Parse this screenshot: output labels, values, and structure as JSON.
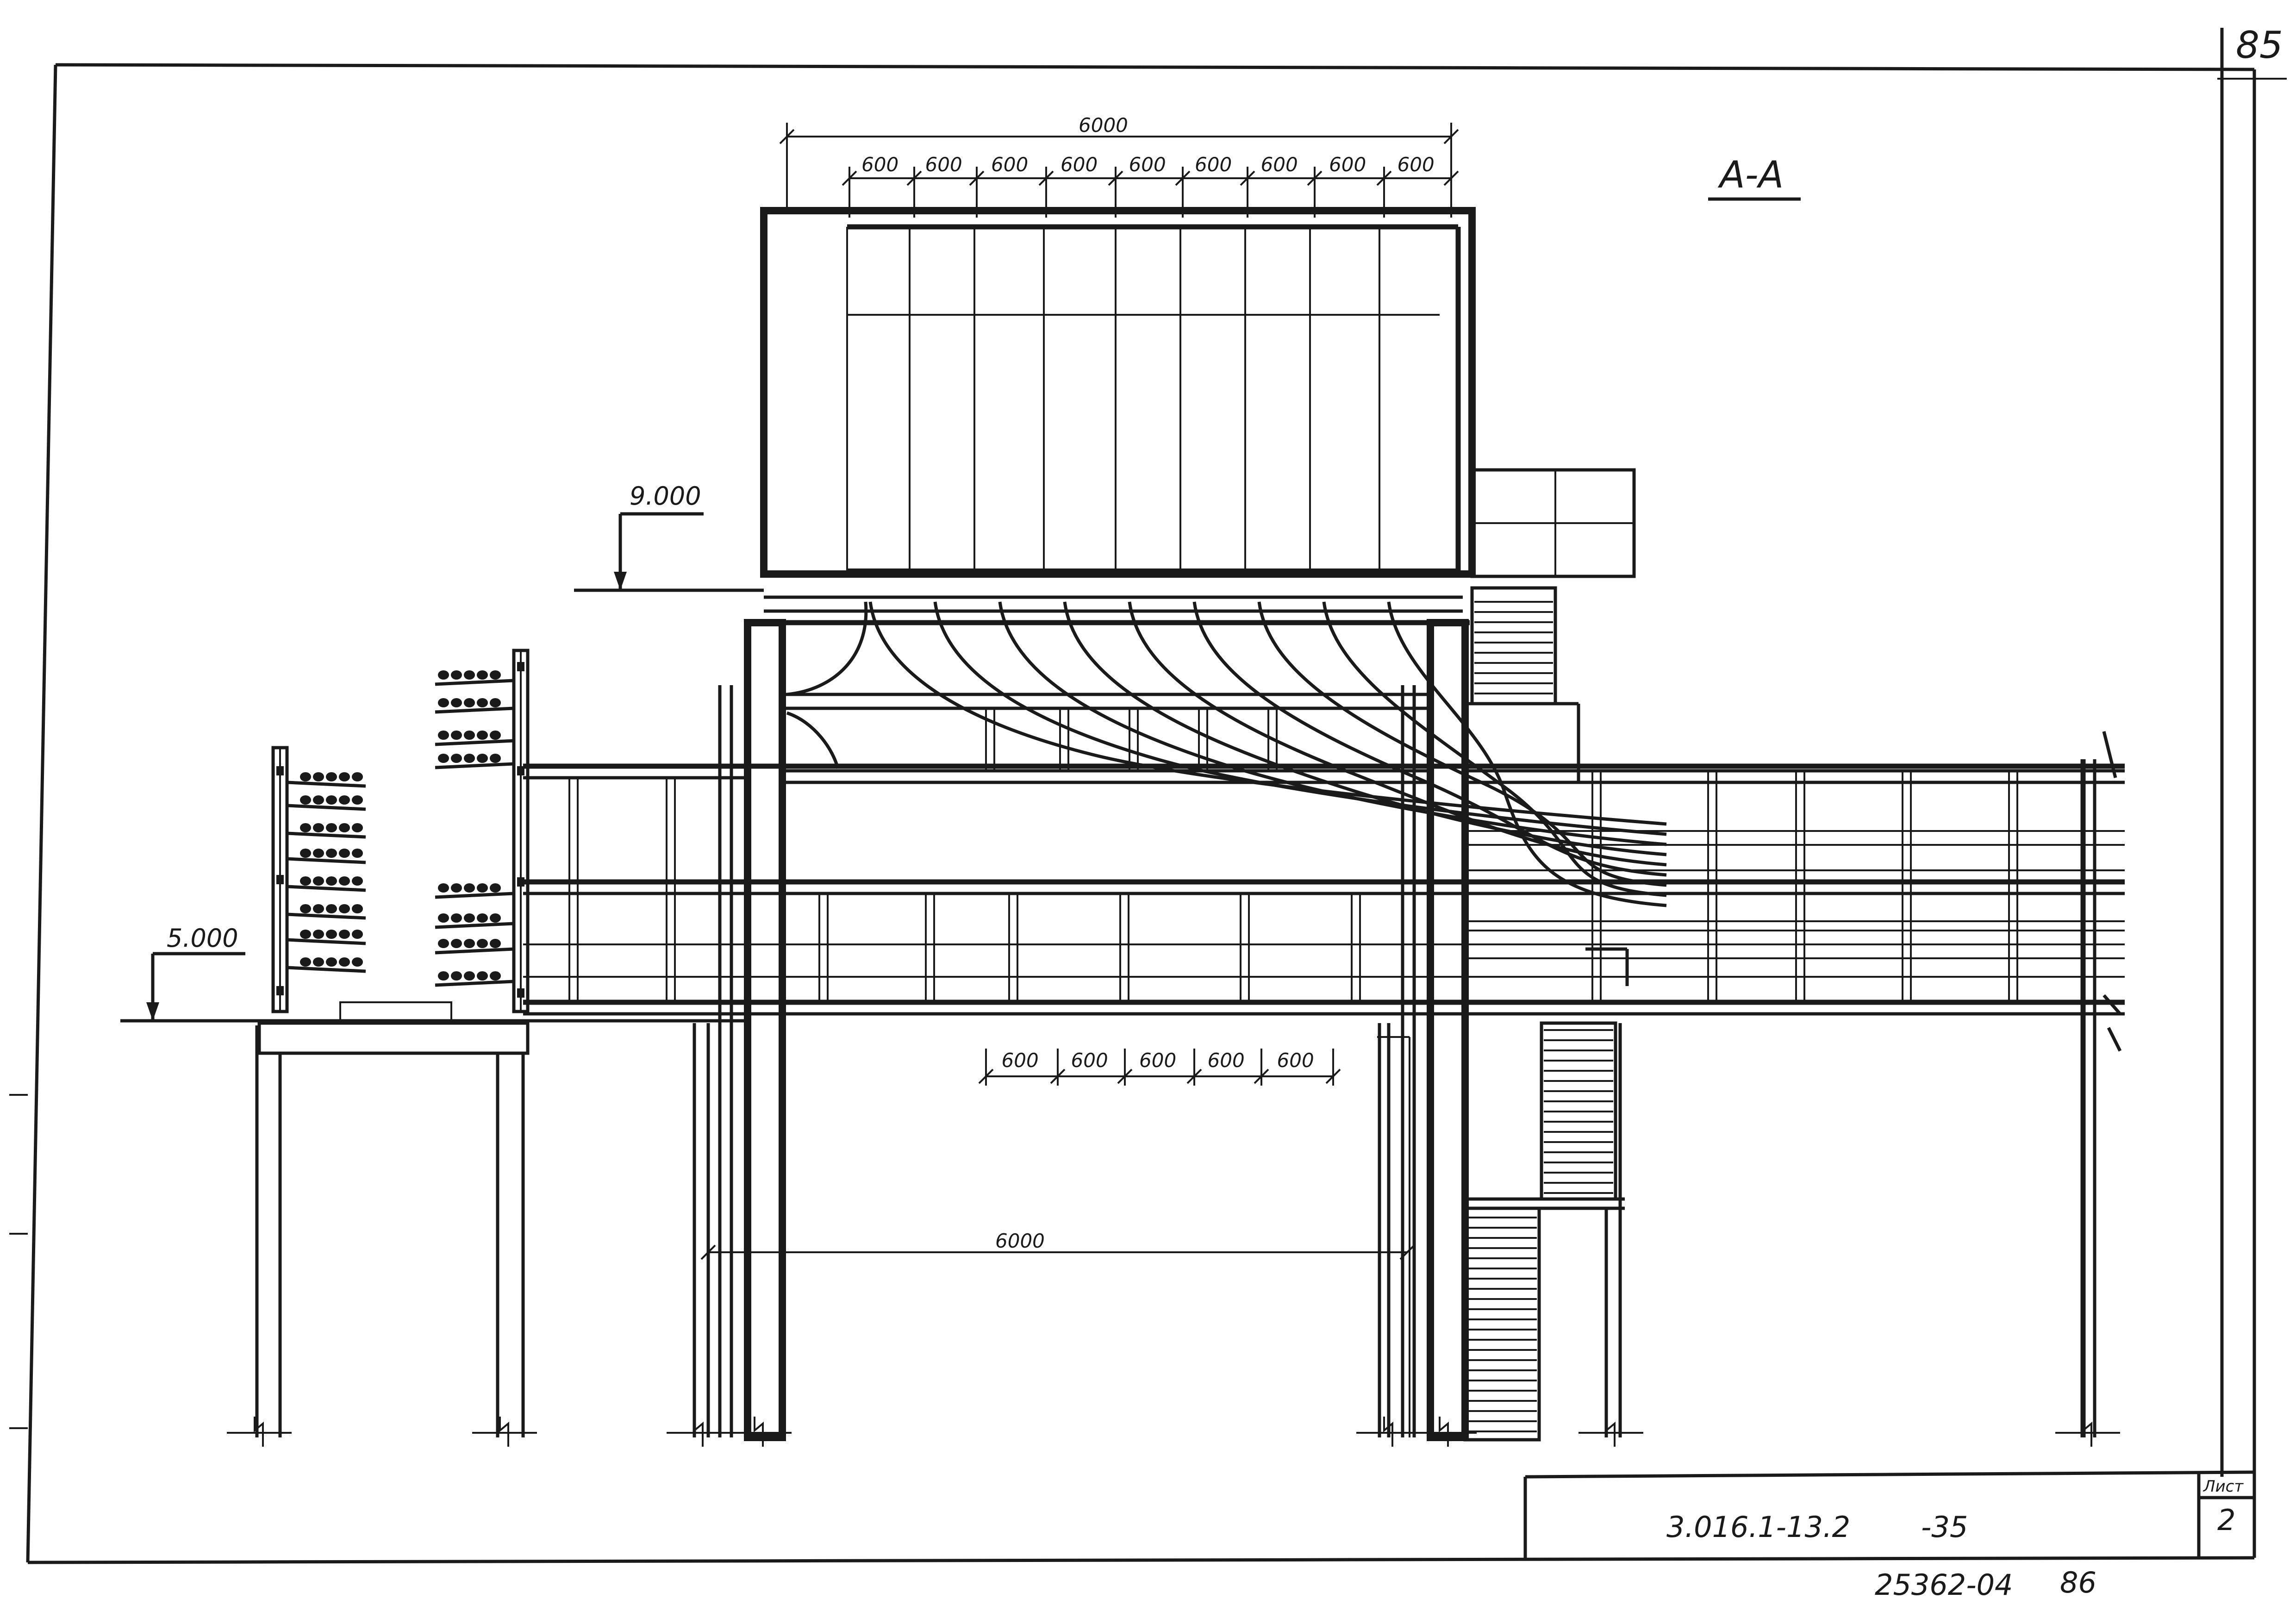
{
  "sheet": {
    "page_number_top": "85",
    "section_title": "A-A",
    "document_code": "3.016.1-13.2",
    "document_suffix": "-35",
    "sheet_label": "Лист",
    "sheet_number": "2",
    "archive_number": "25362-04",
    "archive_page": "86"
  },
  "levels": {
    "upper": "9.000",
    "lower": "5.000"
  },
  "dimensions": {
    "top_overall": "6000",
    "top_spacings": [
      "600",
      "600",
      "600",
      "600",
      "600",
      "600",
      "600",
      "600",
      "600"
    ],
    "mid_spacings": [
      "600",
      "600",
      "600",
      "600",
      "600"
    ],
    "span_between_columns": "6000"
  }
}
